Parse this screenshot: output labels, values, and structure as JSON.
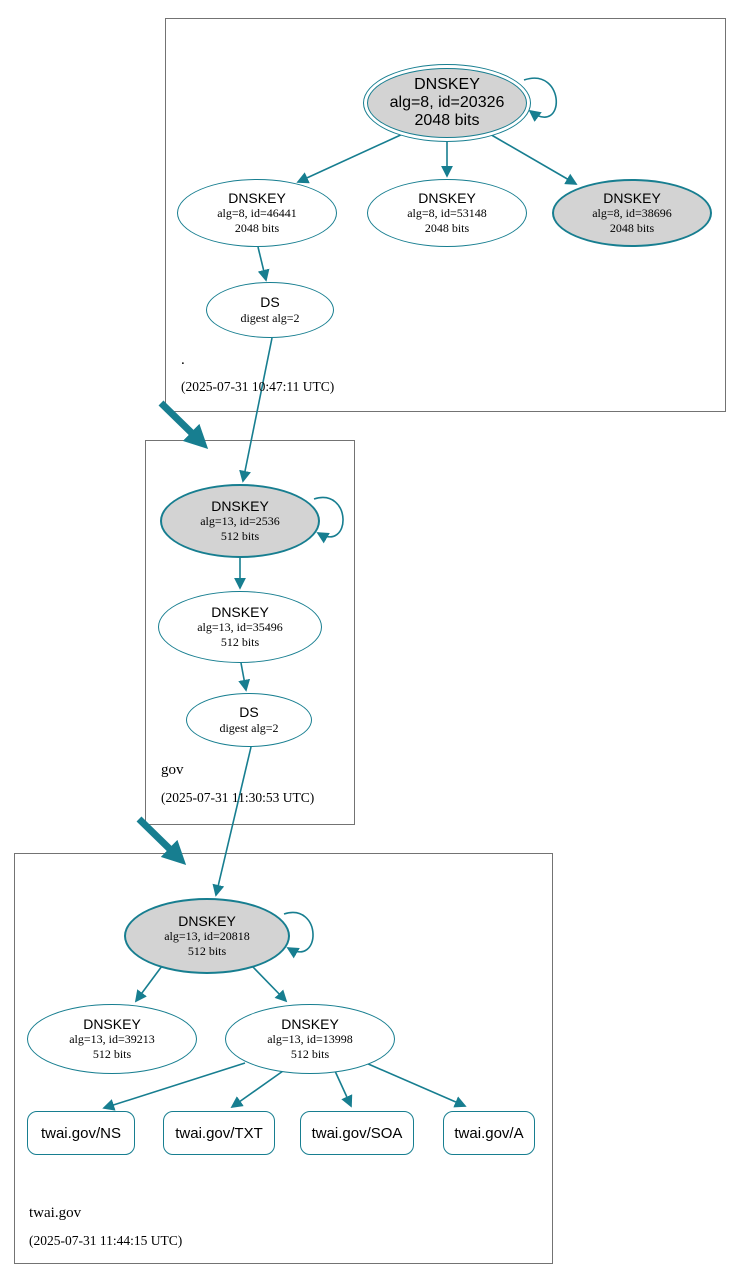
{
  "diagram": {
    "kind": "dnssec-authentication-chain-graph",
    "colors": {
      "edge": "#177e90",
      "sep_key_fill": "#d3d3d3",
      "node_fill": "#ffffff",
      "zone_box_border": "#737373"
    }
  },
  "zones": [
    {
      "name": ".",
      "timestamp": "(2025-07-31 10:47:11 UTC)",
      "nodes": {
        "ksk": {
          "label": "DNSKEY",
          "alg": "alg=8, id=20326",
          "bits": "2048 bits"
        },
        "key1": {
          "label": "DNSKEY",
          "alg": "alg=8, id=46441",
          "bits": "2048 bits"
        },
        "key2": {
          "label": "DNSKEY",
          "alg": "alg=8, id=53148",
          "bits": "2048 bits"
        },
        "key3": {
          "label": "DNSKEY",
          "alg": "alg=8, id=38696",
          "bits": "2048 bits"
        },
        "ds": {
          "label": "DS",
          "digest": "digest alg=2"
        }
      }
    },
    {
      "name": "gov",
      "timestamp": "(2025-07-31 11:30:53 UTC)",
      "nodes": {
        "ksk": {
          "label": "DNSKEY",
          "alg": "alg=13, id=2536",
          "bits": "512 bits"
        },
        "zsk": {
          "label": "DNSKEY",
          "alg": "alg=13, id=35496",
          "bits": "512 bits"
        },
        "ds": {
          "label": "DS",
          "digest": "digest alg=2"
        }
      }
    },
    {
      "name": "twai.gov",
      "timestamp": "(2025-07-31 11:44:15 UTC)",
      "nodes": {
        "ksk": {
          "label": "DNSKEY",
          "alg": "alg=13, id=20818",
          "bits": "512 bits"
        },
        "zsk1": {
          "label": "DNSKEY",
          "alg": "alg=13, id=39213",
          "bits": "512 bits"
        },
        "zsk2": {
          "label": "DNSKEY",
          "alg": "alg=13, id=13998",
          "bits": "512 bits"
        }
      },
      "rrsets": [
        {
          "label": "twai.gov/NS"
        },
        {
          "label": "twai.gov/TXT"
        },
        {
          "label": "twai.gov/SOA"
        },
        {
          "label": "twai.gov/A"
        }
      ]
    }
  ]
}
